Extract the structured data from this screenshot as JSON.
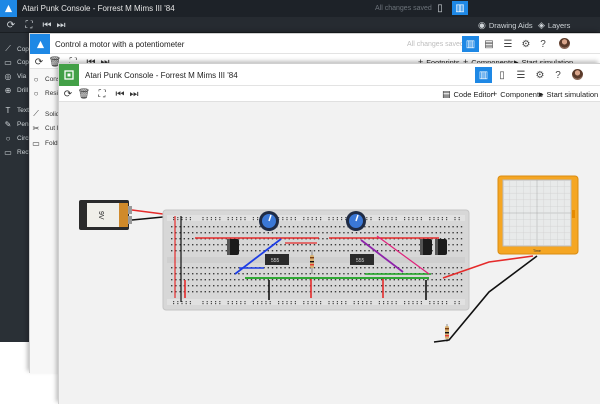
{
  "win1": {
    "title": "Atari Punk Console - Forrest M Mims III '84",
    "saved": "All changes saved",
    "toolbar": {
      "drawing_aids": "Drawing Aids",
      "layers": "Layers"
    },
    "sidebar": [
      "Copp",
      "Copp",
      "Via",
      "Drill",
      "Text",
      "Pen",
      "Circle",
      "Recta"
    ]
  },
  "win2": {
    "title": "Control a motor with a potentiometer",
    "saved": "All changes saved",
    "toolbar": {
      "footprints": "Footprints",
      "components": "Components",
      "start": "Start simulation"
    },
    "sidebar": [
      "Conso",
      "Resis",
      "Solid",
      "Cut li",
      "Fold"
    ]
  },
  "win3": {
    "title": "Atari Punk Console - Forrest M Mims III '84",
    "toolbar": {
      "code_editor": "Code Editor",
      "components": "Components",
      "start": "Start simulation"
    }
  },
  "circuit": {
    "battery_label": "9V",
    "chip1": "555",
    "chip2": "555",
    "scope_label": "Time"
  },
  "colors": {
    "dark_header": "#1e2329",
    "blue_header": "#ffffff",
    "accent": "#1e88e5",
    "green_logo": "#43a047",
    "canvas": "#f3f3f3",
    "breadboard": "#d6d6d6",
    "scope_frame": "#f5a623"
  },
  "icons": [
    "gear-icon",
    "help-icon",
    "list-icon",
    "components-icon",
    "play-icon",
    "plus-icon",
    "code-icon",
    "undo-icon",
    "trash-icon",
    "fit-icon",
    "skip-prev-icon",
    "skip-next-icon"
  ]
}
